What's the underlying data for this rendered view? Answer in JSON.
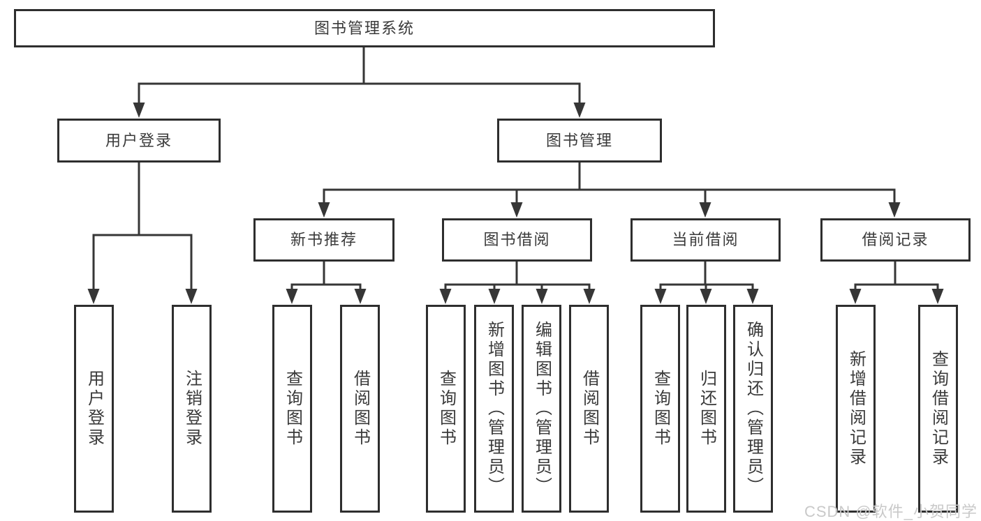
{
  "diagram_title": "图书管理系统",
  "watermark": {
    "text": "CSDN @软件_小贺同学"
  },
  "colors": {
    "line": "#363636",
    "box_border": "#2e2e2e",
    "text": "#3a3a3a",
    "background": "#ffffff",
    "watermark": "#c9c9c9"
  },
  "tree": {
    "label": "图书管理系统",
    "children": [
      {
        "label": "用户登录",
        "children": [
          {
            "label": "用户登录"
          },
          {
            "label": "注销登录"
          }
        ]
      },
      {
        "label": "图书管理",
        "children": [
          {
            "label": "新书推荐",
            "children": [
              {
                "label": "查询图书"
              },
              {
                "label": "借阅图书"
              }
            ]
          },
          {
            "label": "图书借阅",
            "children": [
              {
                "label": "查询图书"
              },
              {
                "label": "新增图书（管理员）"
              },
              {
                "label": "编辑图书（管理员）"
              },
              {
                "label": "借阅图书"
              }
            ]
          },
          {
            "label": "当前借阅",
            "children": [
              {
                "label": "查询图书"
              },
              {
                "label": "归还图书"
              },
              {
                "label": "确认归还（管理员）"
              }
            ]
          },
          {
            "label": "借阅记录",
            "children": [
              {
                "label": "新增借阅记录"
              },
              {
                "label": "查询借阅记录"
              }
            ]
          }
        ]
      }
    ]
  }
}
